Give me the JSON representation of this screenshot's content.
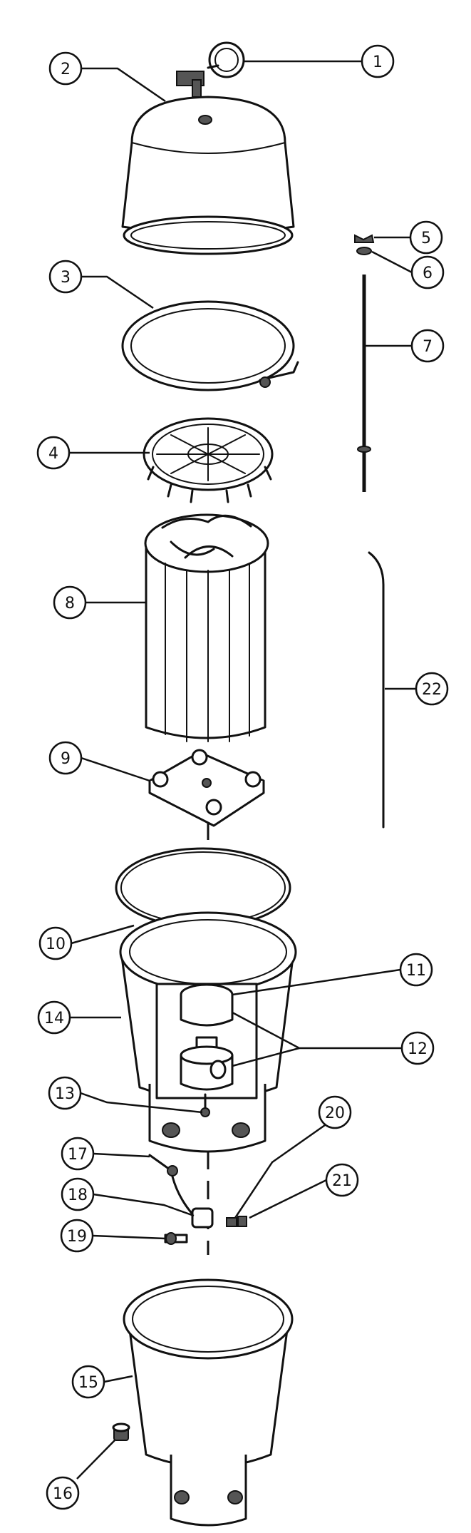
{
  "callouts": [
    {
      "id": "1",
      "label": "1"
    },
    {
      "id": "2",
      "label": "2"
    },
    {
      "id": "3",
      "label": "3"
    },
    {
      "id": "4",
      "label": "4"
    },
    {
      "id": "5",
      "label": "5"
    },
    {
      "id": "6",
      "label": "6"
    },
    {
      "id": "7",
      "label": "7"
    },
    {
      "id": "8",
      "label": "8"
    },
    {
      "id": "9",
      "label": "9"
    },
    {
      "id": "10",
      "label": "10"
    },
    {
      "id": "11",
      "label": "11"
    },
    {
      "id": "12",
      "label": "12"
    },
    {
      "id": "13",
      "label": "13"
    },
    {
      "id": "14",
      "label": "14"
    },
    {
      "id": "15",
      "label": "15"
    },
    {
      "id": "16",
      "label": "16"
    },
    {
      "id": "17",
      "label": "17"
    },
    {
      "id": "18",
      "label": "18"
    },
    {
      "id": "19",
      "label": "19"
    },
    {
      "id": "20",
      "label": "20"
    },
    {
      "id": "21",
      "label": "21"
    },
    {
      "id": "22",
      "label": "22"
    }
  ],
  "colors": {
    "line": "#111111",
    "background": "#ffffff",
    "shade": "#d9d9d9"
  }
}
